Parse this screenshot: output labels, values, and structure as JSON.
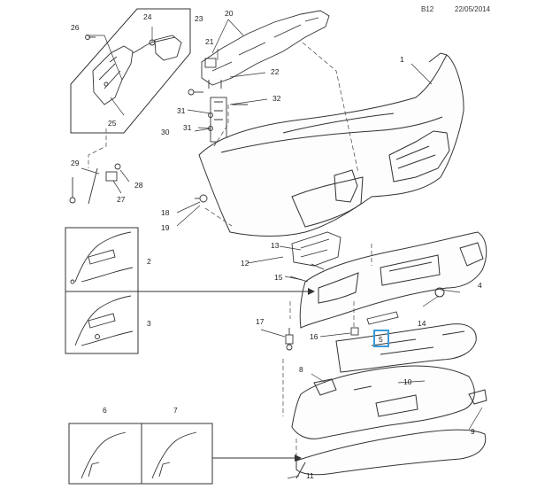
{
  "header": {
    "page_code": "B12",
    "date": "22/05/2014"
  },
  "callouts": [
    {
      "id": "c1",
      "label": "1"
    },
    {
      "id": "c2",
      "label": "2"
    },
    {
      "id": "c3",
      "label": "3"
    },
    {
      "id": "c4",
      "label": "4"
    },
    {
      "id": "c5",
      "label": "5",
      "highlighted": true
    },
    {
      "id": "c6",
      "label": "6"
    },
    {
      "id": "c7",
      "label": "7"
    },
    {
      "id": "c8",
      "label": "8"
    },
    {
      "id": "c9",
      "label": "9"
    },
    {
      "id": "c10",
      "label": "10"
    },
    {
      "id": "c11",
      "label": "11"
    },
    {
      "id": "c12",
      "label": "12"
    },
    {
      "id": "c13",
      "label": "13"
    },
    {
      "id": "c14",
      "label": "14"
    },
    {
      "id": "c15",
      "label": "15"
    },
    {
      "id": "c16",
      "label": "16"
    },
    {
      "id": "c17",
      "label": "17"
    },
    {
      "id": "c18",
      "label": "18"
    },
    {
      "id": "c19",
      "label": "19"
    },
    {
      "id": "c20",
      "label": "20"
    },
    {
      "id": "c21",
      "label": "21"
    },
    {
      "id": "c22",
      "label": "22"
    },
    {
      "id": "c23",
      "label": "23"
    },
    {
      "id": "c24",
      "label": "24"
    },
    {
      "id": "c25",
      "label": "25"
    },
    {
      "id": "c26",
      "label": "26"
    },
    {
      "id": "c27",
      "label": "27"
    },
    {
      "id": "c28",
      "label": "28"
    },
    {
      "id": "c29",
      "label": "29"
    },
    {
      "id": "c30",
      "label": "30"
    },
    {
      "id": "c31a",
      "label": "31"
    },
    {
      "id": "c31b",
      "label": "31"
    },
    {
      "id": "c32",
      "label": "32"
    }
  ],
  "colors": {
    "line": "#333333",
    "highlight": "#3a9ad9",
    "dash": "#555555"
  }
}
